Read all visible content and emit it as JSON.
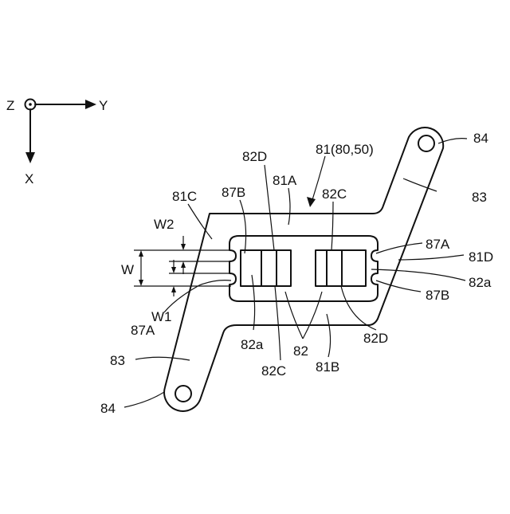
{
  "axes": {
    "z": "Z",
    "y": "Y",
    "x": "X"
  },
  "labels": {
    "assembly": "81(80,50)",
    "body_a": "81A",
    "body_b": "81B",
    "body_c": "81C",
    "body_d": "81D",
    "arm": "83",
    "pin": "84",
    "coil": "82",
    "coil_c": "82C",
    "coil_d": "82D",
    "coil_a": "82a",
    "notch_a": "87A",
    "notch_b": "87B",
    "width": "W",
    "width_1": "W1",
    "width_2": "W2"
  }
}
